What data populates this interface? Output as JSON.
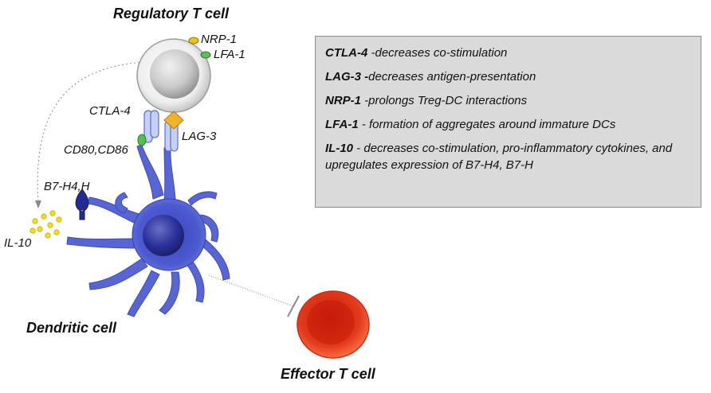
{
  "cells": {
    "regulatory_t_cell": "Regulatory T cell",
    "dendritic_cell": "Dendritic cell",
    "effector_t_cell": "Effector T cell"
  },
  "molecules": {
    "nrp1": "NRP-1",
    "lfa1": "LFA-1",
    "ctla4": "CTLA-4",
    "lag3": "LAG-3",
    "cd80_cd86": "CD80,CD86",
    "b7h4": "B7-H4,H",
    "il10": "IL-10"
  },
  "legend": [
    {
      "term": "CTLA-4",
      "desc": " -decreases co-stimulation"
    },
    {
      "term": "LAG-3 -",
      "desc": "decreases antigen-presentation"
    },
    {
      "term": "NRP-1",
      "desc": " -prolongs Treg-DC interactions"
    },
    {
      "term": "LFA-1",
      "desc": " - formation of aggregates around immature DCs"
    },
    {
      "term": "IL-10",
      "desc": " - decreases co-stimulation, pro-inflammatory cytokines, and upregulates expression of B7-H4, B7-H"
    }
  ],
  "colors": {
    "treg_body": "#e6e6e6",
    "treg_nucleus": "#c4c4c4",
    "dendritic_body": "#4a56c4",
    "dendritic_nucleus": "#1f2580",
    "effector_cell": "#e63a1e",
    "receptor": "#a9b8ea",
    "cd80": "#4fc24f",
    "nrp1": "#e7c21f",
    "lfa1": "#5bbd5b",
    "lag3": "#f2b22d",
    "b7h4": "#1f2a86",
    "il10": "#f7de1a",
    "legend_bg": "#dadada"
  }
}
